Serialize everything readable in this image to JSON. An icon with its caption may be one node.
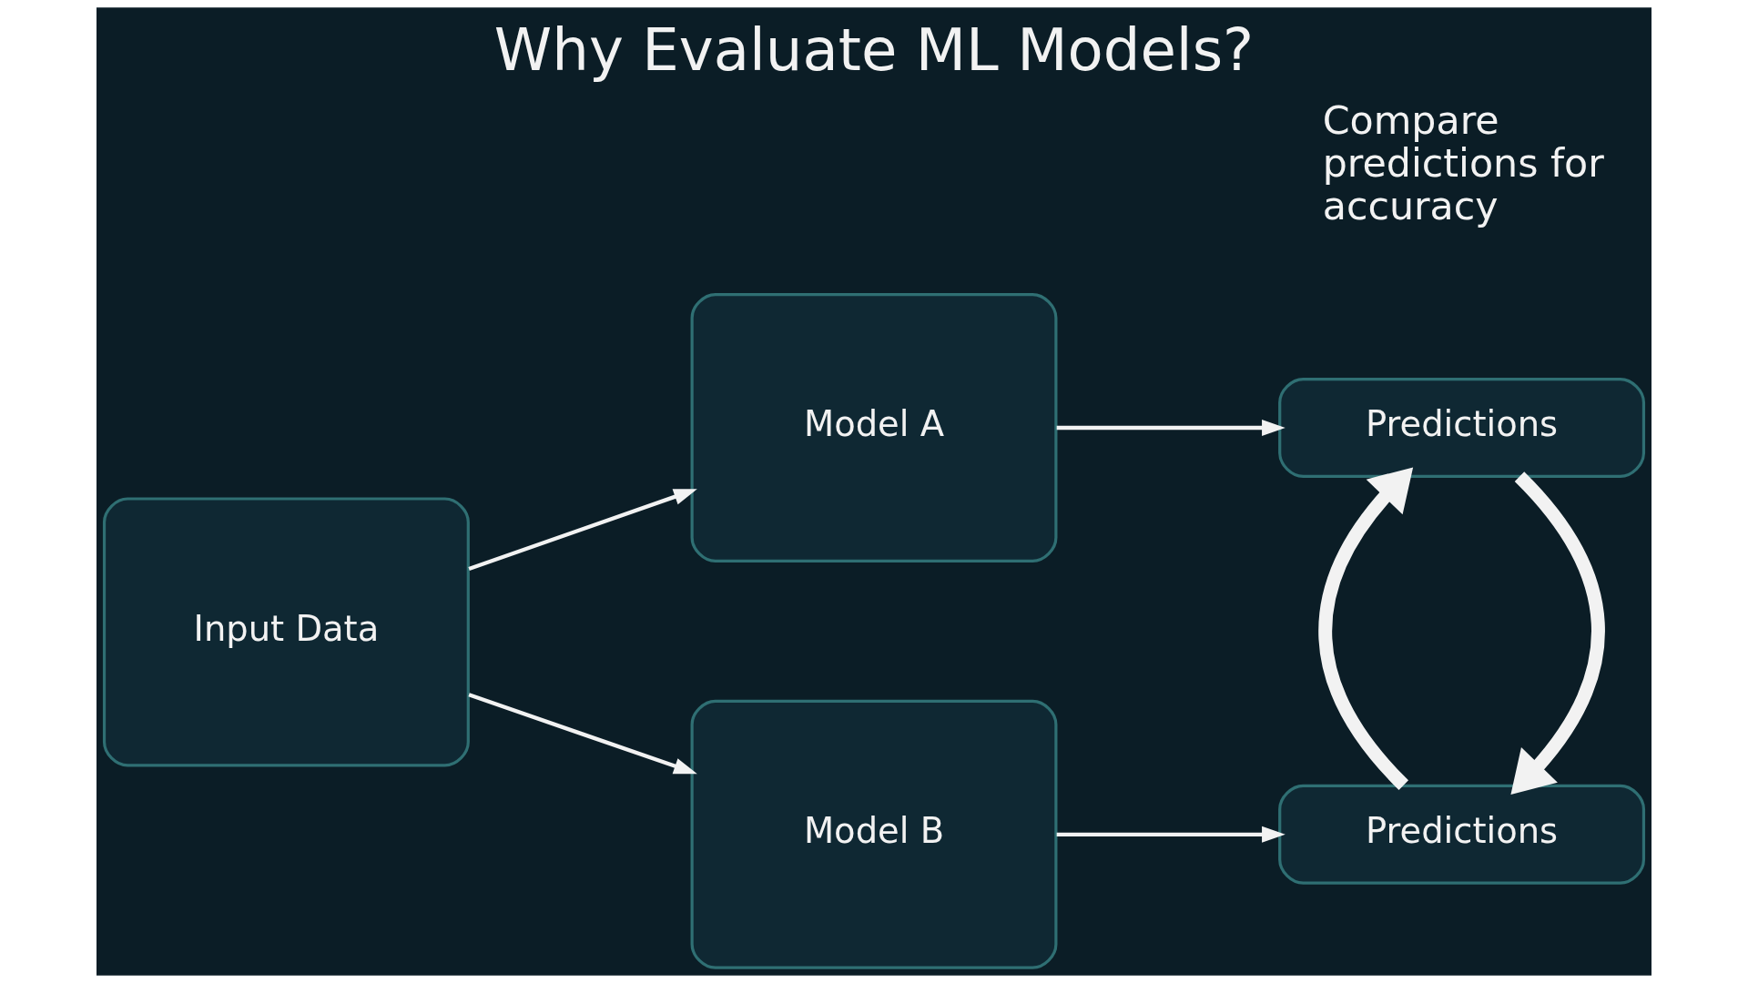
{
  "diagram": {
    "title": "Why Evaluate ML Models?",
    "nodes": [
      {
        "text": [
          "Input Data"
        ]
      },
      {
        "text": [
          "Model A"
        ]
      },
      {
        "text": [
          "Predictions"
        ]
      },
      {
        "text": [
          "Model B"
        ]
      },
      {
        "text": [
          "Predictions"
        ]
      }
    ],
    "edges": [
      {
        "from": 0,
        "to": 1,
        "arrow": "to"
      },
      {
        "from": 1,
        "to": 2,
        "arrow": "to"
      },
      {
        "from": 0,
        "to": 3,
        "arrow": "to"
      },
      {
        "from": 3,
        "to": 4,
        "arrow": "to"
      },
      {
        "from": 2,
        "to": 4,
        "arrow": "to",
        "style": "thick"
      },
      {
        "from": 4,
        "to": 2,
        "arrow": "to",
        "style": "thick"
      }
    ],
    "labels": [
      "Compare predictions for accuracy"
    ]
  }
}
